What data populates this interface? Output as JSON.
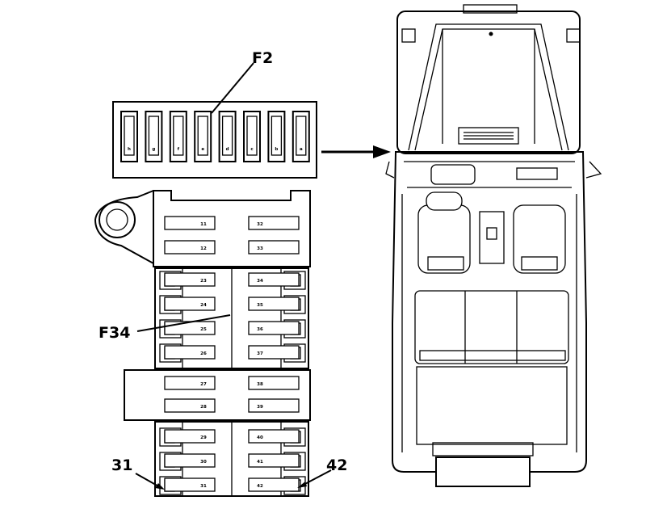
{
  "callouts": {
    "f2": "F2",
    "f34": "F34",
    "n31": "31",
    "n42": "42"
  },
  "strip_f2": {
    "fuse_marks": [
      "a",
      "b",
      "c",
      "d",
      "e",
      "f",
      "g",
      "h"
    ]
  },
  "box_f34": {
    "left_column": [
      "11",
      "12",
      "23",
      "24",
      "25",
      "26",
      "27",
      "28",
      "29",
      "30",
      "31"
    ],
    "right_column": [
      "32",
      "33",
      "34",
      "35",
      "36",
      "37",
      "38",
      "39",
      "40",
      "41",
      "42"
    ]
  }
}
